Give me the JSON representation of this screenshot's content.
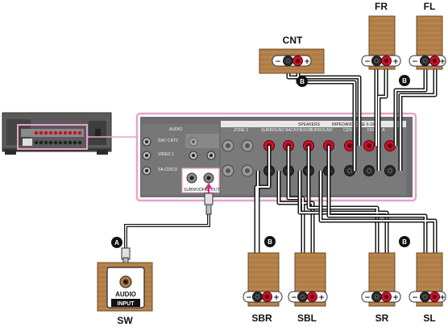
{
  "speakers": {
    "fr": "FR",
    "fl": "FL",
    "cnt": "CNT",
    "sbr": "SBR",
    "sbl": "SBL",
    "sr": "SR",
    "sl": "SL",
    "sw": "SW"
  },
  "cable_badges": {
    "a": "A",
    "b": "B"
  },
  "subwoofer_panel": {
    "audio": "AUDIO",
    "input": "INPUT"
  },
  "receiver_panel": {
    "audio": "AUDIO",
    "speakers": "SPEAKERS",
    "impedance": "IMPEDANCE USE 6-16Ω",
    "zone2": "ZONE 2",
    "surround_back_height": "SURROUND BACK/HEIGHT",
    "surround": "SURROUND",
    "center": "CENTER",
    "front_a": "FRONT A",
    "subwoofer_out": "SUBWOOFER OUT",
    "sat_catv": "SAT/ CATV",
    "video1": "VIDEO 1",
    "sa_cd_cd": "SA-CD/CD"
  },
  "terminal_signs": {
    "minus": "−",
    "plus": "+"
  },
  "colors": {
    "speaker_wood": "#b5814a",
    "speaker_edge": "#6b4a23",
    "highlight_pink": "#e6a3cc",
    "panel_gray": "#6b6b6b",
    "terminal_red": "#d2112b",
    "cable_dark": "#1a1a1a"
  }
}
